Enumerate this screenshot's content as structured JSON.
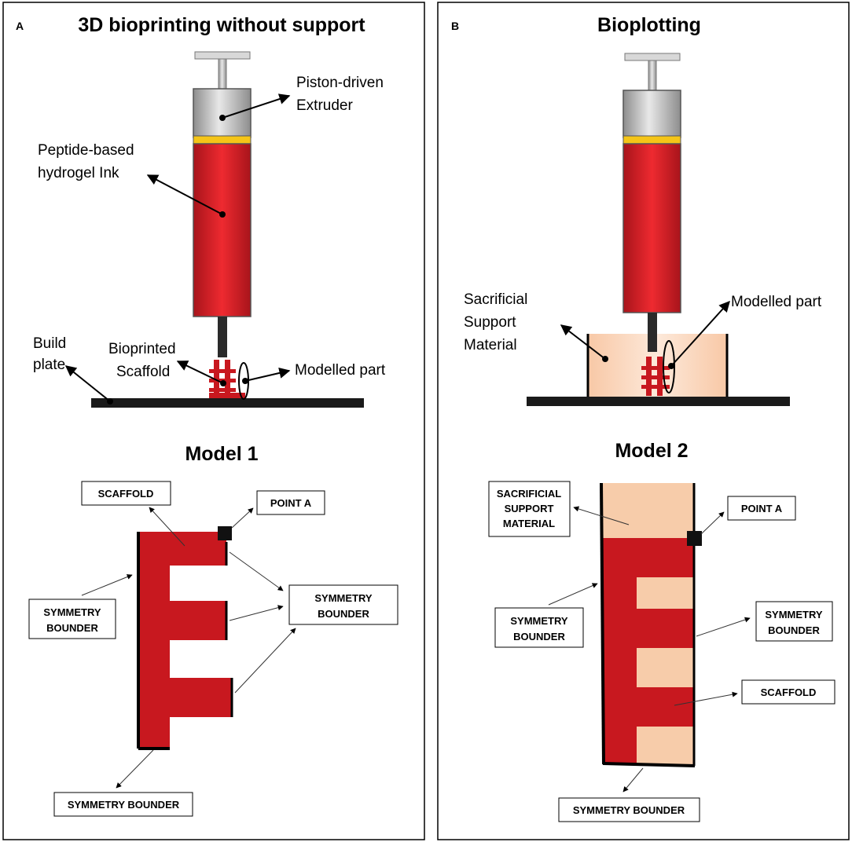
{
  "colors": {
    "ink_red": "#d21f27",
    "scaffold_red": "#c8181f",
    "gold": "#f5c518",
    "support_peach": "#f7ccaa",
    "plate": "#1a1a1a"
  },
  "panel_a": {
    "letter": "A",
    "title": "3D bioprinting without support",
    "labels": {
      "extruder_1": "Piston-driven",
      "extruder_2": "Extruder",
      "ink_1": "Peptide-based",
      "ink_2": "hydrogel Ink",
      "plate_1": "Build",
      "plate_2": "plate",
      "scaffold_1": "Bioprinted",
      "scaffold_2": "Scaffold",
      "modelled": "Modelled part"
    },
    "model_title": "Model 1",
    "model_boxes": {
      "scaffold": "SCAFFOLD",
      "point_a": "POINT A",
      "sym_left_1": "SYMMETRY",
      "sym_left_2": "BOUNDER",
      "sym_right_1": "SYMMETRY",
      "sym_right_2": "BOUNDER",
      "sym_bottom": "SYMMETRY BOUNDER"
    }
  },
  "panel_b": {
    "letter": "B",
    "title": "Bioplotting",
    "labels": {
      "support_1": "Sacrificial",
      "support_2": "Support",
      "support_3": "Material",
      "modelled": "Modelled part"
    },
    "model_title": "Model 2",
    "model_boxes": {
      "support_1": "SACRIFICIAL",
      "support_2": "SUPPORT",
      "support_3": "MATERIAL",
      "point_a": "POINT A",
      "sym_left_1": "SYMMETRY",
      "sym_left_2": "BOUNDER",
      "sym_right_1": "SYMMETRY",
      "sym_right_2": "BOUNDER",
      "scaffold": "SCAFFOLD",
      "sym_bottom": "SYMMETRY BOUNDER"
    }
  }
}
